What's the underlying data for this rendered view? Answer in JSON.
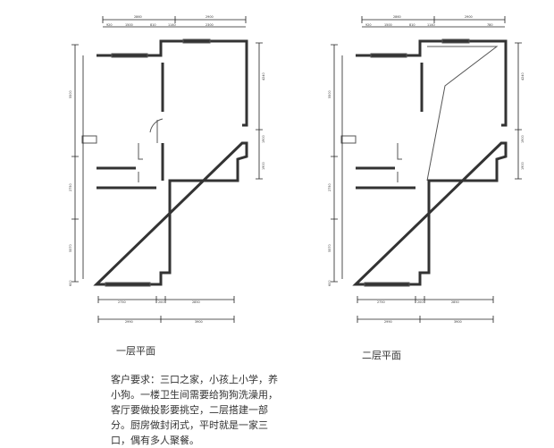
{
  "plans": {
    "floor1": {
      "title": "一层平面",
      "dims_top": [
        "2860",
        "2900"
      ],
      "dims_sub": [
        "920",
        "1500",
        "810",
        "1140",
        "2300"
      ],
      "dims_left": [
        "5500",
        "2750",
        "5570",
        "600"
      ],
      "dims_right": [
        "4240",
        "1900",
        "1900"
      ],
      "dims_bottom": [
        "2750",
        "200",
        "2850"
      ],
      "dims_bottom2": [
        "2990",
        "3900"
      ]
    },
    "floor2": {
      "title": "二层平面",
      "dims_top": [
        "2860",
        "2900"
      ],
      "dims_sub": [
        "920",
        "1500",
        "810",
        "1140",
        "780"
      ],
      "dims_left": [
        "5500",
        "2750",
        "5570",
        "600"
      ],
      "dims_right": [
        "4240",
        "1900",
        "1900"
      ],
      "dims_bottom": [
        "2750",
        "200",
        "2850"
      ],
      "dims_bottom2": [
        "2990",
        "3900"
      ]
    }
  },
  "requirements": "客户要求：三口之家，小孩上小学，养小狗。一楼卫生间需要给狗狗洗澡用，客厅要做投影要挑空，二层搭建一部分。厨房做封闭式，平时就是一家三口，偶有多人聚餐。"
}
